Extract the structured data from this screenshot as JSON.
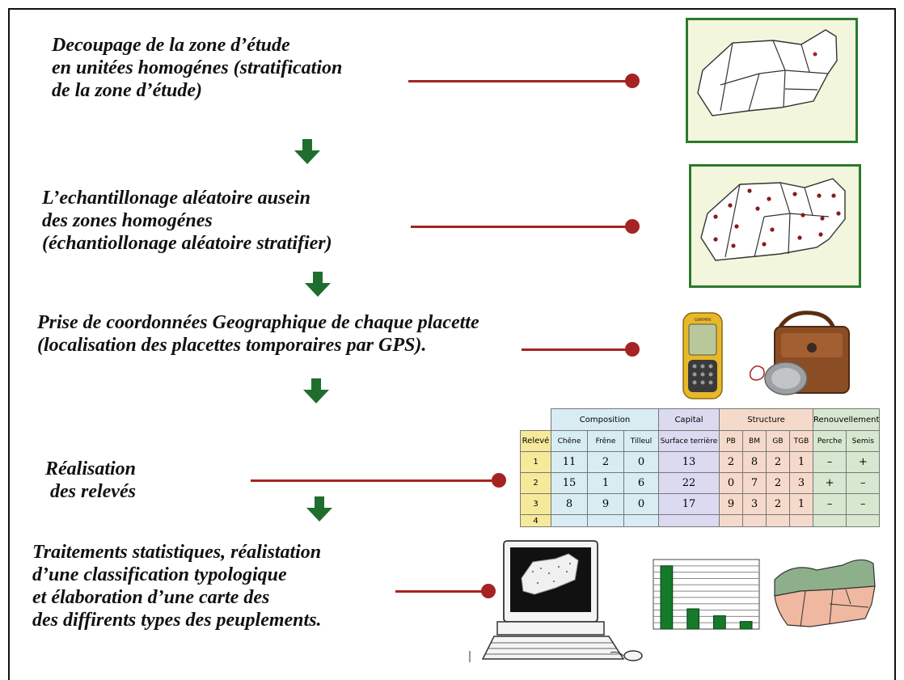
{
  "steps": [
    {
      "lines": [
        "Decoupage de la zone d’étude",
        "en unitées homogénes (stratification",
        "de la zone d’étude)"
      ]
    },
    {
      "lines": [
        "L’echantillonage aléatoire ausein",
        "des zones homogénes",
        "(échantiollonage aléatoire stratifier)"
      ]
    },
    {
      "lines": [
        "Prise de coordonnées Geographique de chaque placette",
        "(localisation des placettes tomporaires par GPS)."
      ]
    },
    {
      "lines": [
        "Réalisation",
        " des relevés"
      ]
    },
    {
      "lines": [
        "Traitements statistiques, réalistation",
        "d’une classification typologique",
        "et élaboration d’une carte des",
        "des diffirents types des peuplements."
      ]
    }
  ],
  "colors": {
    "connector": "#a52323",
    "arrow": "#1f6e2e",
    "panel_border": "#2c7a2c",
    "panel_fill": "#f2f6dc"
  },
  "icons": [
    "down-arrow-icon",
    "stratified-map",
    "sampling-points-map",
    "gps-device",
    "compass-case",
    "computer-icon",
    "bar-chart",
    "typology-map"
  ],
  "gps": {
    "screen_text": "GARMIN"
  },
  "table": {
    "groups": [
      "Composition",
      "Capital",
      "Structure",
      "Renouvellement"
    ],
    "headers": [
      "Relevé",
      "Chêne",
      "Frêne",
      "Tilleul",
      "Surface terrière",
      "PB",
      "BM",
      "GB",
      "TGB",
      "Perche",
      "Semis"
    ],
    "rows": [
      [
        "1",
        "11",
        "2",
        "0",
        "13",
        "2",
        "8",
        "2",
        "1",
        "–",
        "+"
      ],
      [
        "2",
        "15",
        "1",
        "6",
        "22",
        "0",
        "7",
        "2",
        "3",
        "+",
        "–"
      ],
      [
        "3",
        "8",
        "9",
        "0",
        "17",
        "9",
        "3",
        "2",
        "1",
        "–",
        "–"
      ]
    ],
    "partial_row": "4"
  },
  "chart_data": {
    "type": "bar",
    "categories": [
      "",
      "",
      "",
      ""
    ],
    "values": [
      10,
      3.2,
      2.1,
      1.2
    ],
    "ylim": [
      0,
      11
    ],
    "grid": true,
    "title": "",
    "xlabel": "",
    "ylabel": ""
  }
}
